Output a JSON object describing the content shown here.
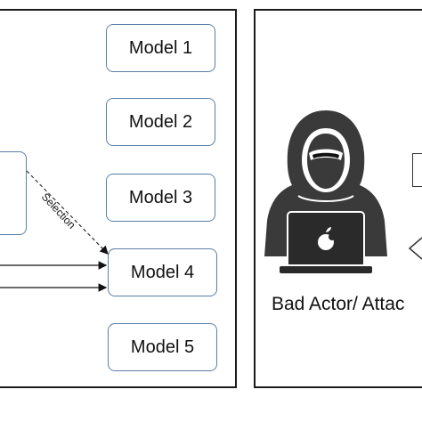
{
  "left_panel": {
    "models": [
      {
        "label": "Model 1"
      },
      {
        "label": "Model 2"
      },
      {
        "label": "Model 3"
      },
      {
        "label": "Model 4"
      },
      {
        "label": "Model 5"
      }
    ],
    "selection_label": "Selection"
  },
  "right_panel": {
    "attacker_label": "Bad Actor/ Attac",
    "icons": [
      "hooded-hacker-icon",
      "laptop-icon",
      "apple-logo-icon"
    ]
  },
  "colors": {
    "box_border": "#5b7fa6",
    "panel_border": "#1a1a1a",
    "hacker_fill": "#3a3a3a",
    "text": "#111111"
  }
}
